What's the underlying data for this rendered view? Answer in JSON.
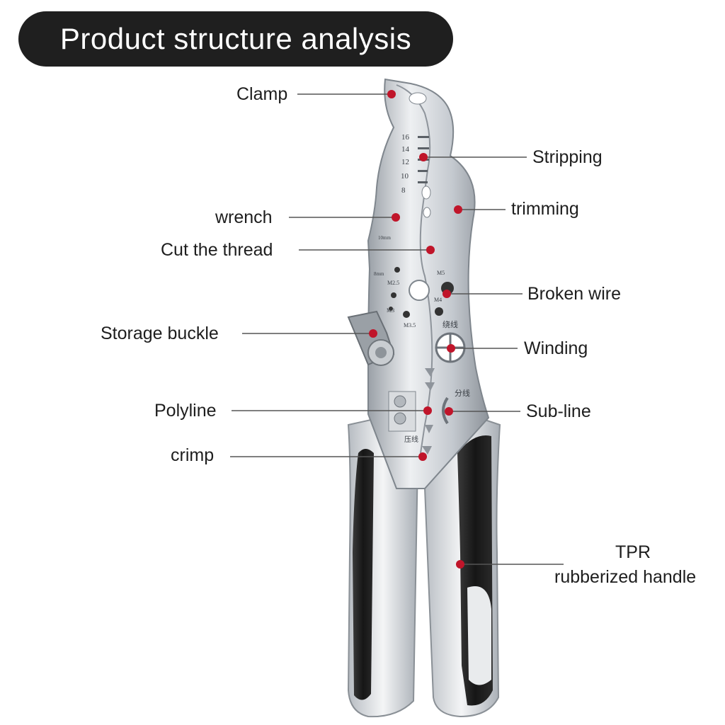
{
  "header": {
    "title": "Product structure analysis"
  },
  "callouts": {
    "clamp": "Clamp",
    "stripping": "Stripping",
    "trimming": "trimming",
    "wrench": "wrench",
    "cut_thread": "Cut the thread",
    "broken_wire": "Broken wire",
    "storage_buckle": "Storage buckle",
    "winding": "Winding",
    "polyline": "Polyline",
    "sub_line": "Sub-line",
    "crimp": "crimp",
    "handle_line1": "TPR",
    "handle_line2": "rubberized handle"
  },
  "tool_markings": {
    "gauges": [
      "16",
      "14",
      "12",
      "10",
      "8"
    ],
    "thread_size": "10mm",
    "bolt_sizes": [
      "8mm",
      "M2.5",
      "M3",
      "M3.5",
      "M4",
      "M5"
    ],
    "winding_cn": "绕线",
    "subline_cn": "分线",
    "crimp_cn": "压线"
  },
  "colors": {
    "title_bg": "#1f1f1f",
    "marker": "#c0152a",
    "handle_black": "#1d1d1d",
    "steel": "#cfd3d8"
  }
}
